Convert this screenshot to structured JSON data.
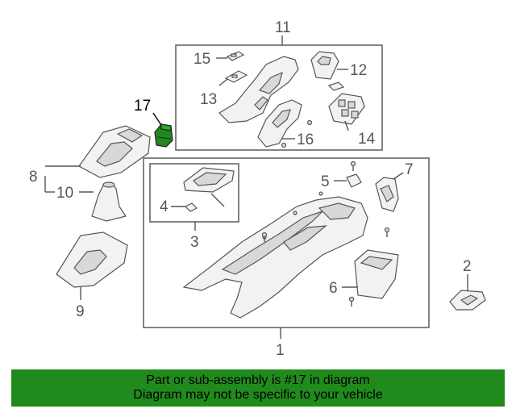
{
  "callouts": {
    "c1": "1",
    "c2": "2",
    "c3": "3",
    "c4": "4",
    "c5": "5",
    "c6": "6",
    "c7": "7",
    "c8": "8",
    "c9": "9",
    "c10": "10",
    "c11": "11",
    "c12": "12",
    "c13": "13",
    "c14": "14",
    "c15": "15",
    "c16": "16",
    "c17": "17"
  },
  "highlight_color": "#1f8a1f",
  "banner": {
    "line1": "Part or sub-assembly is #17 in diagram",
    "line2": "Diagram may not be specific to your vehicle",
    "color": "#218a1c"
  }
}
